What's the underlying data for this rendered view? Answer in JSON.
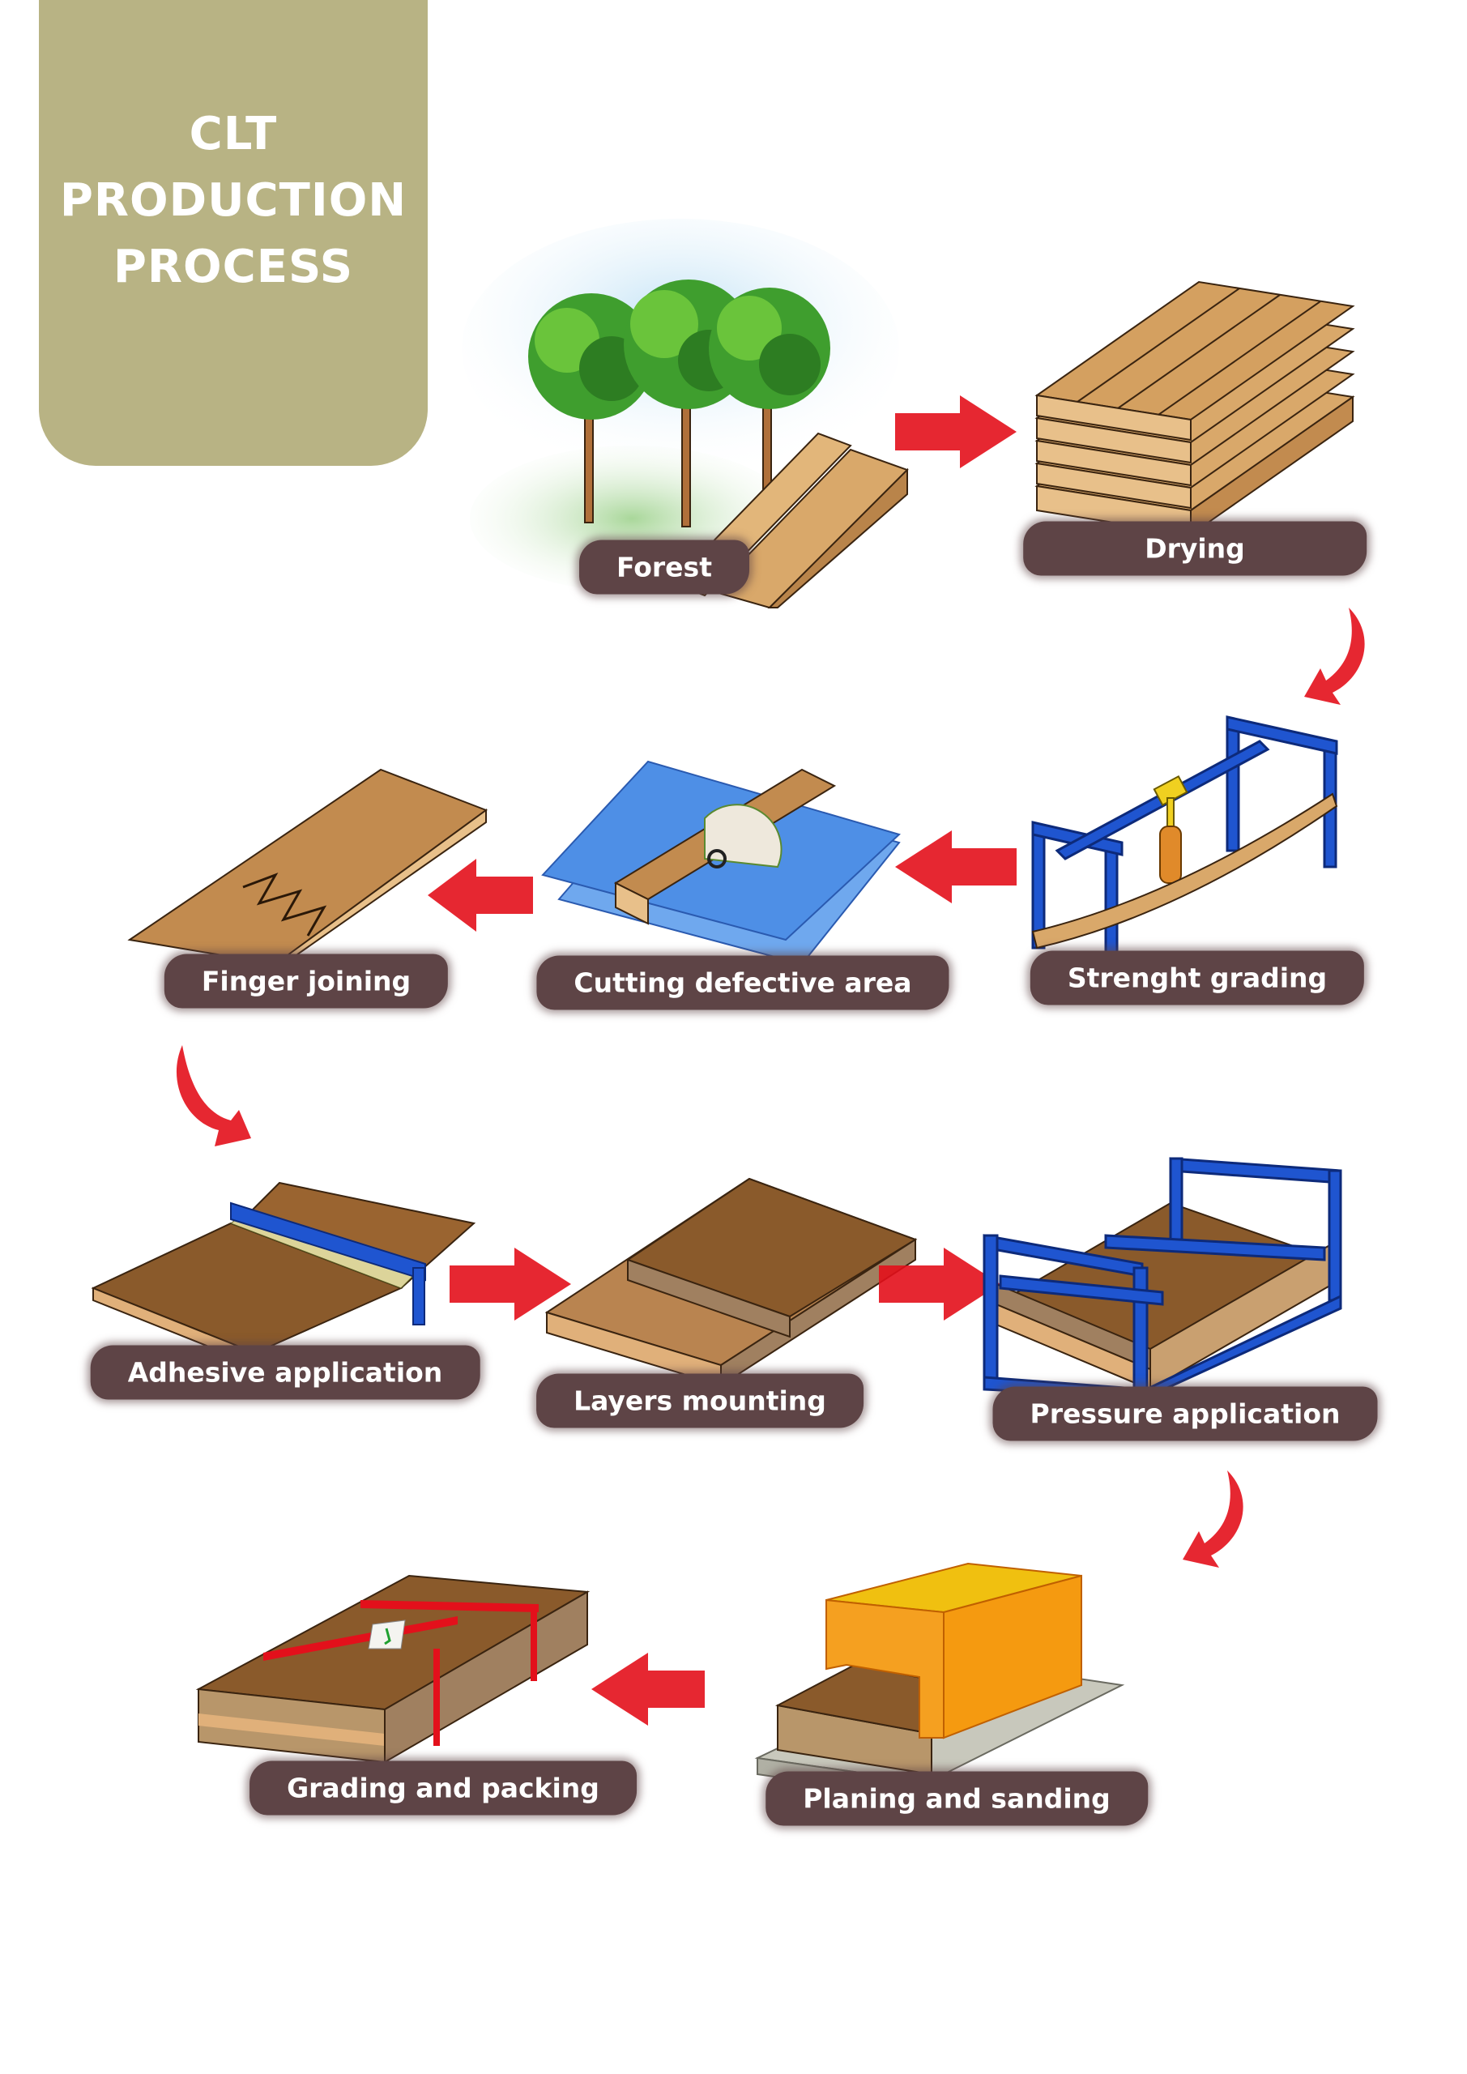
{
  "title": {
    "lines": [
      "CLT",
      "PRODUCTION",
      "PROCESS"
    ],
    "background_color": "#b8b384",
    "text_color": "#ffffff"
  },
  "colors": {
    "label_background": "#5e4446",
    "label_text": "#ffffff",
    "arrow": "#e3101b",
    "wood_light": "#d9a86a",
    "wood_dark": "#8a5a2b",
    "machine_blue": "#1f4fbf",
    "planer_orange": "#f5a020"
  },
  "steps": [
    {
      "order": 1,
      "label": "Forest",
      "illustration": "trees-and-logs"
    },
    {
      "order": 2,
      "label": "Drying",
      "illustration": "stacked-lumber"
    },
    {
      "order": 3,
      "label": "Strenght grading",
      "illustration": "bending-test-frame"
    },
    {
      "order": 4,
      "label": "Cutting defective area",
      "illustration": "table-saw"
    },
    {
      "order": 5,
      "label": "Finger joining",
      "illustration": "finger-joint-board"
    },
    {
      "order": 6,
      "label": "Adhesive application",
      "illustration": "glue-spreader"
    },
    {
      "order": 7,
      "label": "Layers mounting",
      "illustration": "cross-layered-boards"
    },
    {
      "order": 8,
      "label": "Pressure application",
      "illustration": "press-frame"
    },
    {
      "order": 9,
      "label": "Planing and sanding",
      "illustration": "planer-machine"
    },
    {
      "order": 10,
      "label": "Grading and packing",
      "illustration": "strapped-panel-stack"
    }
  ],
  "flow_arrows": [
    {
      "from": "Forest",
      "to": "Drying",
      "direction": "right"
    },
    {
      "from": "Drying",
      "to": "Strenght grading",
      "direction": "curved-down"
    },
    {
      "from": "Strenght grading",
      "to": "Cutting defective area",
      "direction": "left"
    },
    {
      "from": "Cutting defective area",
      "to": "Finger joining",
      "direction": "left"
    },
    {
      "from": "Finger joining",
      "to": "Adhesive application",
      "direction": "curved-down"
    },
    {
      "from": "Adhesive application",
      "to": "Layers mounting",
      "direction": "right"
    },
    {
      "from": "Layers mounting",
      "to": "Pressure application",
      "direction": "right"
    },
    {
      "from": "Pressure application",
      "to": "Planing and sanding",
      "direction": "curved-down"
    },
    {
      "from": "Planing and sanding",
      "to": "Grading and packing",
      "direction": "left"
    }
  ]
}
